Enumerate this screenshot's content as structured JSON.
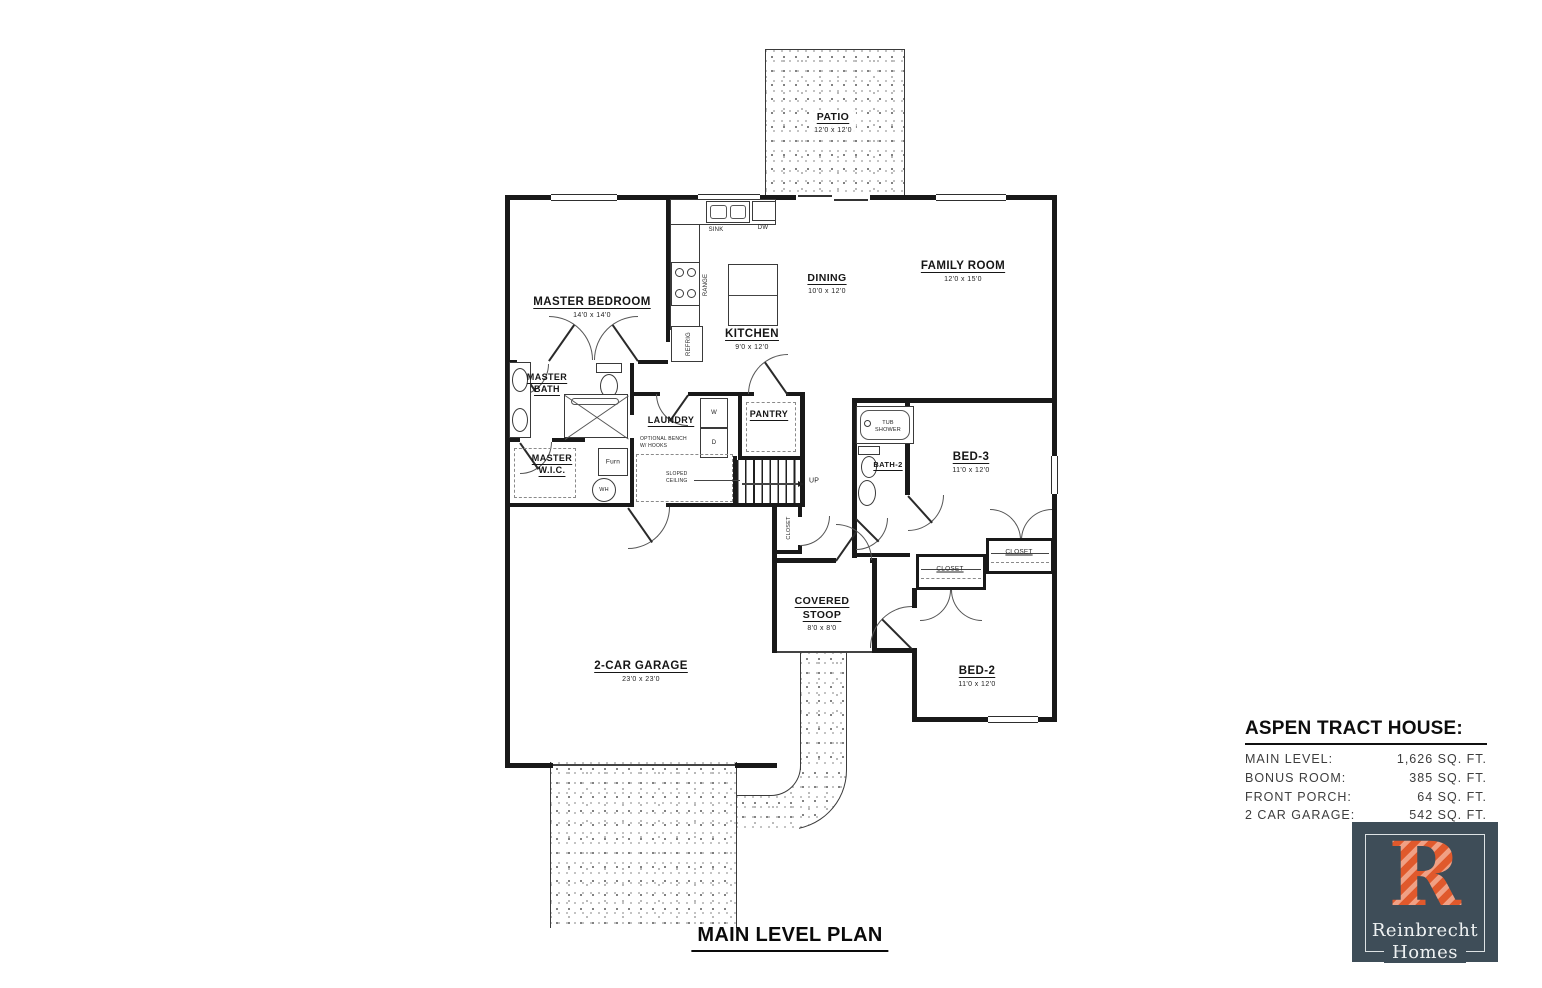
{
  "plan": {
    "title": "MAIN LEVEL PLAN",
    "rooms": [
      {
        "name": "PATIO",
        "dims": "12'0 x 12'0"
      },
      {
        "name": "MASTER BEDROOM",
        "dims": "14'0 x 14'0"
      },
      {
        "name": "KITCHEN",
        "dims": "9'0 x 12'0"
      },
      {
        "name": "DINING",
        "dims": "10'0 x 12'0"
      },
      {
        "name": "FAMILY ROOM",
        "dims": "12'0 x 15'0"
      },
      {
        "name": "MASTER\nBATH"
      },
      {
        "name": "MASTER\nW.I.C."
      },
      {
        "name": "LAUNDRY"
      },
      {
        "name": "PANTRY"
      },
      {
        "name": "BED-3",
        "dims": "11'0 x 12'0"
      },
      {
        "name": "BATH-2"
      },
      {
        "name": "BED-2",
        "dims": "11'0 x 12'0"
      },
      {
        "name": "COVERED\nSTOOP",
        "dims": "8'0 x 8'0"
      },
      {
        "name": "2-CAR GARAGE",
        "dims": "23'0 x 23'0"
      }
    ],
    "fixtures": {
      "sink": "SINK",
      "dishwasher": "DW",
      "range": "RANGE",
      "refrigerator": "REFRIG",
      "washer": "W",
      "dryer": "D",
      "furnace": "Furn",
      "water_heater": "WH",
      "tub_shower": "TUB\nSHOWER",
      "closet_bed3": "CLOSET",
      "closet_bed2": "CLOSET",
      "closet_entry": "CLOSET",
      "stairs_up": "UP",
      "optional_bench": "OPTIONAL BENCH\nW/ HOOKS",
      "sloped_ceiling": "SLOPED\nCEILING"
    }
  },
  "title_block": {
    "title": "ASPEN TRACT HOUSE:",
    "rows": [
      {
        "label": "MAIN LEVEL:",
        "value": "1,626 SQ. FT."
      },
      {
        "label": "BONUS ROOM:",
        "value": "385 SQ. FT."
      },
      {
        "label": "FRONT PORCH:",
        "value": "64 SQ. FT."
      },
      {
        "label": "2 CAR GARAGE:",
        "value": "542 SQ. FT."
      }
    ]
  },
  "logo": {
    "letter": "R",
    "line1": "Reinbrecht",
    "line2": "Homes",
    "bg": "#3e4d58",
    "orange": "#e0592c",
    "orange_light": "#f0a084"
  }
}
